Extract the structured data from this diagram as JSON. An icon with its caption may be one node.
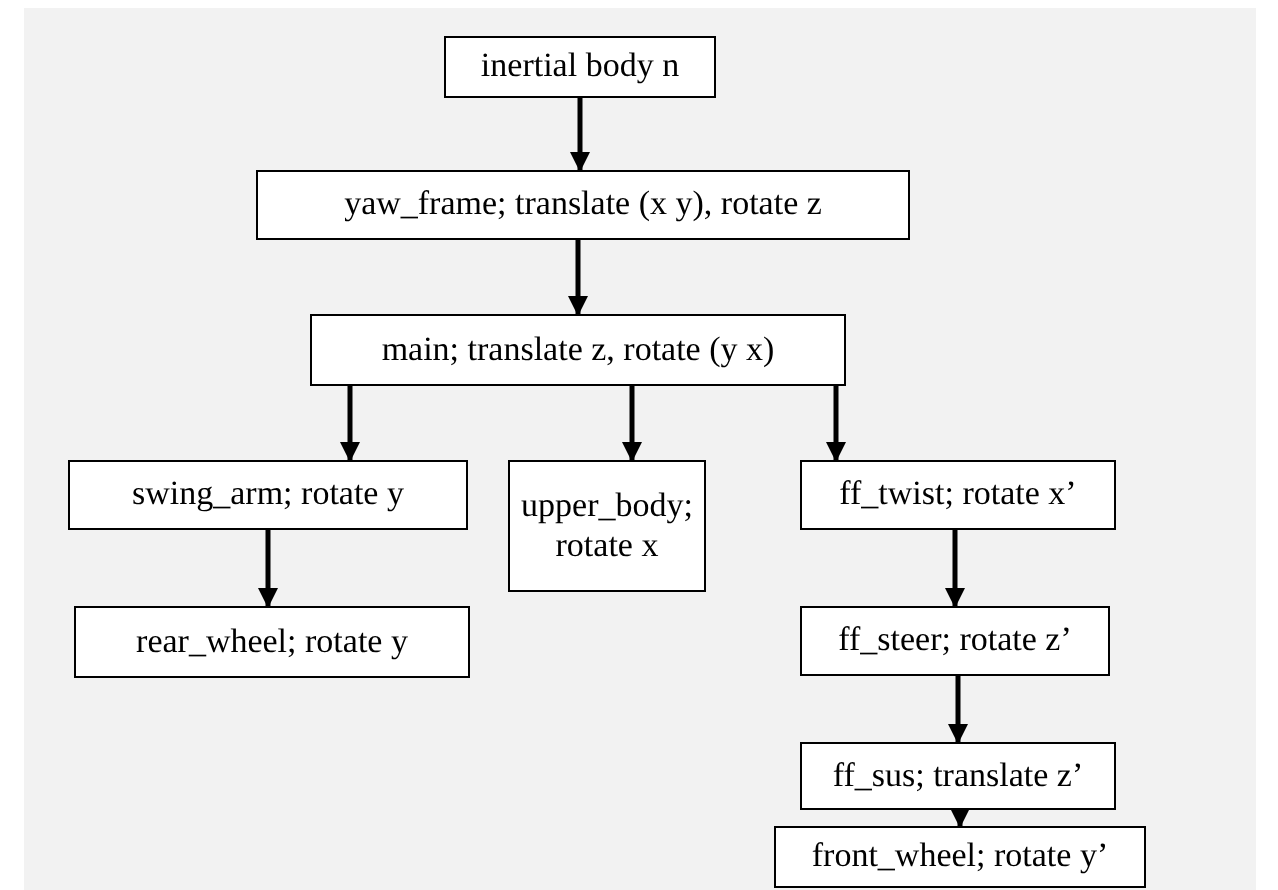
{
  "diagram": {
    "nodes": [
      {
        "text": [
          "inertial body n"
        ]
      },
      {
        "text": [
          "yaw_frame; translate (x y), rotate z"
        ]
      },
      {
        "text": [
          "main; translate z, rotate (y x)"
        ]
      },
      {
        "text": [
          "swing_arm; rotate y"
        ]
      },
      {
        "text": [
          "upper_body; rotate x"
        ]
      },
      {
        "text": [
          "ff_twist; rotate x’"
        ]
      },
      {
        "text": [
          "rear_wheel; rotate y"
        ]
      },
      {
        "text": [
          "ff_steer; rotate z’"
        ]
      },
      {
        "text": [
          "ff_sus; translate z’"
        ]
      },
      {
        "text": [
          "front_wheel; rotate y’"
        ]
      }
    ],
    "edges": [
      {
        "from": 0,
        "to": 1,
        "arrow": "to"
      },
      {
        "from": 1,
        "to": 2,
        "arrow": "to"
      },
      {
        "from": 2,
        "to": 3,
        "arrow": "to"
      },
      {
        "from": 2,
        "to": 4,
        "arrow": "to"
      },
      {
        "from": 2,
        "to": 5,
        "arrow": "to"
      },
      {
        "from": 3,
        "to": 6,
        "arrow": "to"
      },
      {
        "from": 5,
        "to": 7,
        "arrow": "to"
      },
      {
        "from": 7,
        "to": 8,
        "arrow": "to"
      },
      {
        "from": 8,
        "to": 9,
        "arrow": "to"
      }
    ]
  }
}
